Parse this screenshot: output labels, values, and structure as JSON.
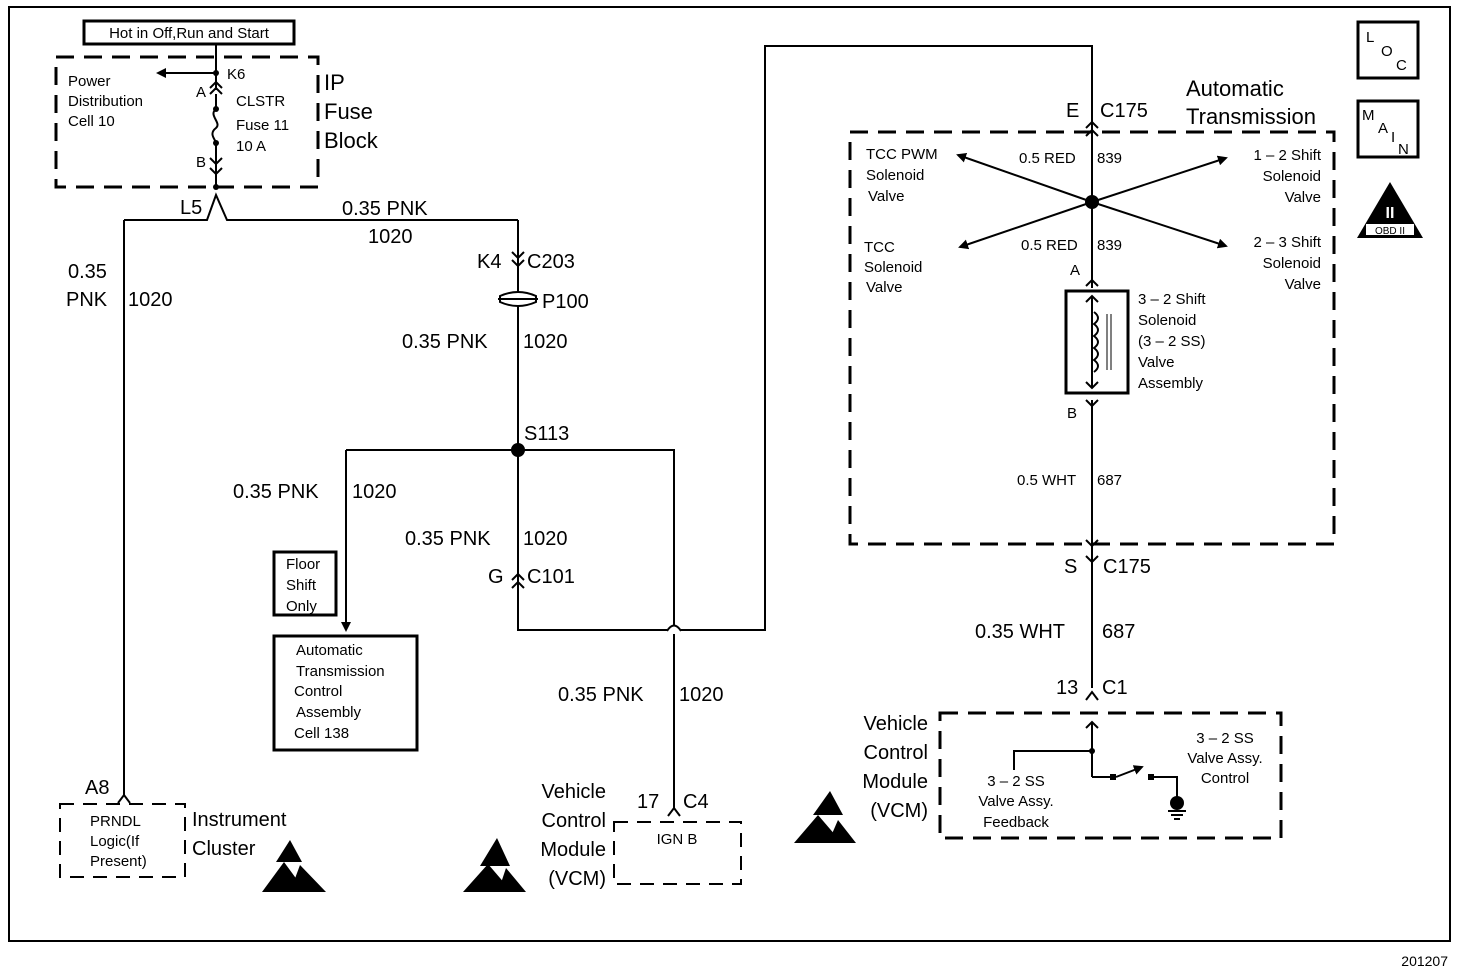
{
  "figure_id": "201207",
  "badges": {
    "loc": [
      "L",
      "O",
      "C"
    ],
    "main": [
      "M",
      "A",
      "I",
      "N"
    ],
    "obd": {
      "numeral": "II",
      "label": "OBD II"
    }
  },
  "hot_label": "Hot in Off,Run and Start",
  "fuse_block": {
    "title": [
      "IP",
      "Fuse",
      "Block"
    ],
    "power_dist": [
      "Power",
      "Distribution",
      "Cell 10"
    ],
    "fuse": [
      "CLSTR",
      "Fuse 11",
      "10 A"
    ],
    "pin_top": "K6",
    "pin_a": "A",
    "pin_b": "B",
    "output_pin": "L5"
  },
  "wires": {
    "top_run": {
      "gauge": "0.35 PNK",
      "circuit": "1020"
    },
    "left_run": {
      "gauge_1": "0.35",
      "gauge_2": "PNK",
      "circuit": "1020"
    },
    "p100_run": {
      "gauge": "0.35 PNK",
      "circuit": "1020"
    },
    "splice_left": {
      "gauge": "0.35 PNK",
      "circuit": "1020"
    },
    "splice_down": {
      "gauge": "0.35 PNK",
      "circuit": "1020"
    },
    "vcm_run": {
      "gauge": "0.35 PNK",
      "circuit": "1020"
    },
    "trans_red_top": {
      "gauge": "0.5 RED",
      "circuit": "839"
    },
    "trans_red_bottom": {
      "gauge": "0.5 RED",
      "circuit": "839"
    },
    "trans_wht_inner": {
      "gauge": "0.5 WHT",
      "circuit": "687"
    },
    "trans_wht_outer": {
      "gauge": "0.35 WHT",
      "circuit": "687"
    }
  },
  "connectors": {
    "c203": {
      "pin": "K4",
      "name": "C203"
    },
    "p100": {
      "name": "P100"
    },
    "s113": {
      "name": "S113"
    },
    "c101": {
      "pin": "G",
      "name": "C101"
    },
    "c175_top": {
      "pin": "E",
      "name": "C175"
    },
    "c175_bottom": {
      "pin": "S",
      "name": "C175"
    },
    "c1": {
      "pin": "13",
      "name": "C1"
    },
    "c4": {
      "pin": "17",
      "name": "C4"
    },
    "a8": {
      "pin": "A8"
    },
    "sol_a": "A",
    "sol_b": "B"
  },
  "floor_shift": [
    "Floor",
    "Shift",
    "Only"
  ],
  "atca": [
    "Automatic",
    "Transmission",
    "Control",
    "Assembly",
    "Cell 138"
  ],
  "instrument_cluster": {
    "inner": [
      "PRNDL",
      "Logic(If",
      "Present)"
    ],
    "title": [
      "Instrument",
      "Cluster"
    ]
  },
  "vcm_left": {
    "title": [
      "Vehicle",
      "Control",
      "Module",
      "(VCM)"
    ],
    "inner": "IGN B"
  },
  "vcm_right": {
    "title": [
      "Vehicle",
      "Control",
      "Module",
      "(VCM)"
    ],
    "feedback": [
      "3 – 2 SS",
      "Valve Assy.",
      "Feedback"
    ],
    "control": [
      "3 – 2 SS",
      "Valve Assy.",
      "Control"
    ]
  },
  "auto_trans": {
    "title": [
      "Automatic",
      "Transmission"
    ],
    "tcc_pwm": [
      "TCC PWM",
      "Solenoid",
      "Valve"
    ],
    "tcc": [
      "TCC",
      "Solenoid",
      "Valve"
    ],
    "shift_12": [
      "1 – 2 Shift",
      "Solenoid",
      "Valve"
    ],
    "shift_23": [
      "2 – 3 Shift",
      "Solenoid",
      "Valve"
    ],
    "shift_32": [
      "3 – 2 Shift",
      "Solenoid",
      "(3 – 2 SS)",
      "Valve",
      "Assembly"
    ]
  }
}
